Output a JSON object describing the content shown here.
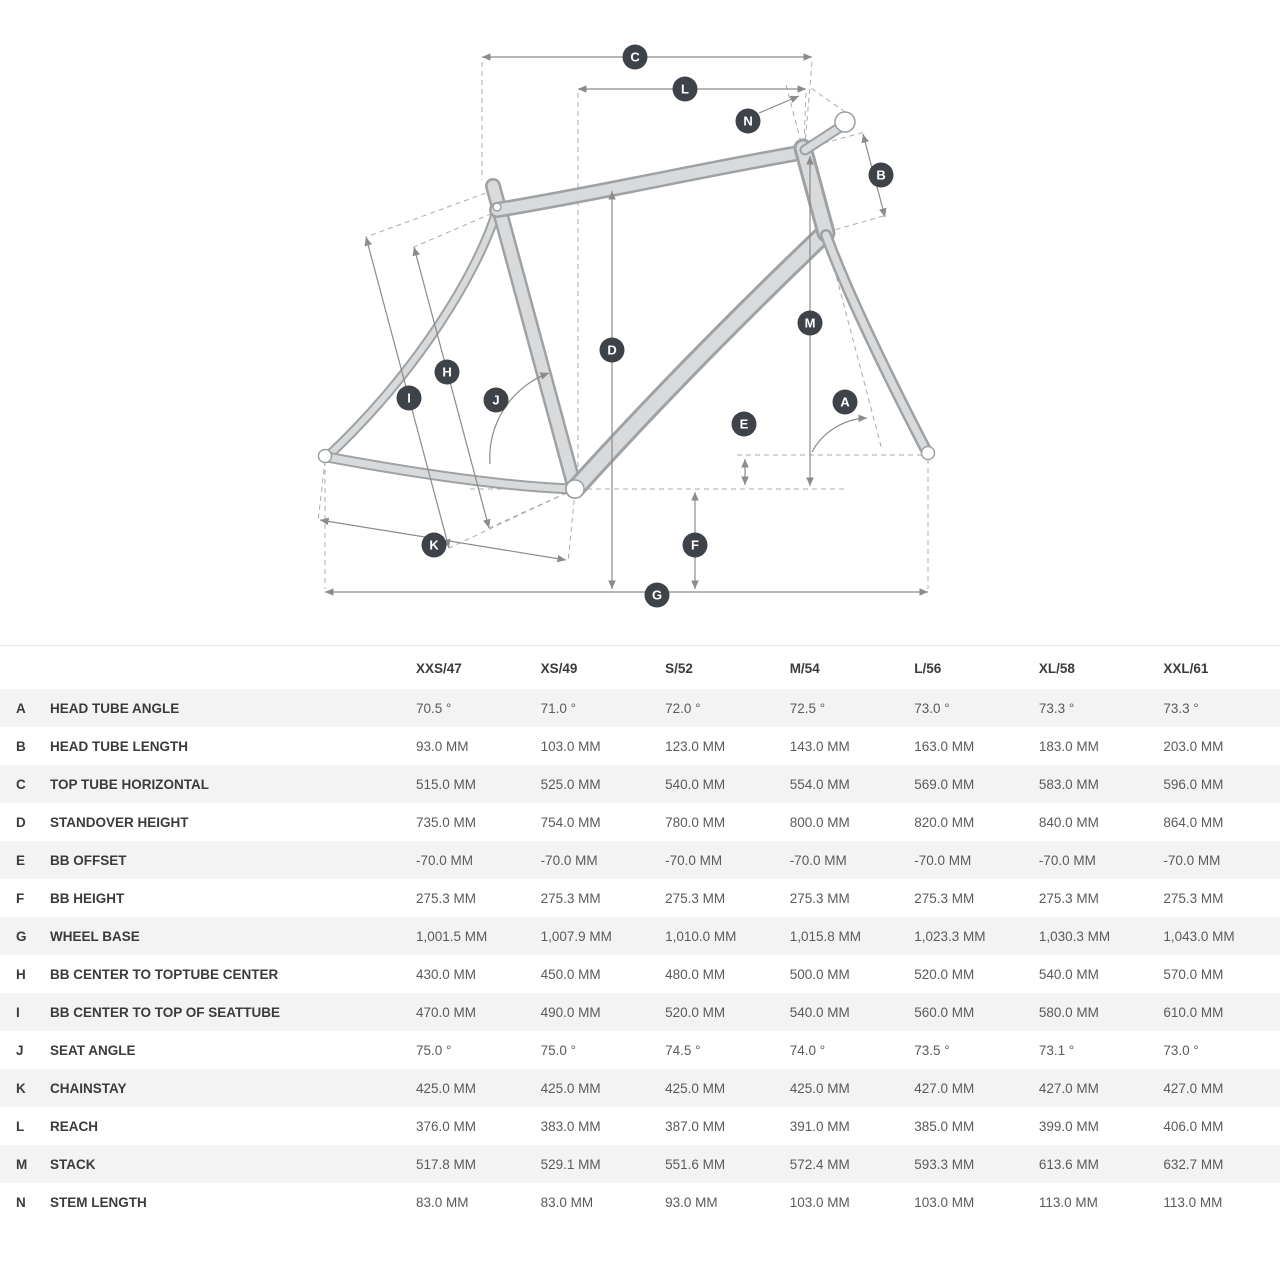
{
  "diagram": {
    "marker_color": "#3d4349",
    "markers": [
      {
        "label": "A"
      },
      {
        "label": "B"
      },
      {
        "label": "C"
      },
      {
        "label": "D"
      },
      {
        "label": "E"
      },
      {
        "label": "F"
      },
      {
        "label": "G"
      },
      {
        "label": "H"
      },
      {
        "label": "I"
      },
      {
        "label": "J"
      },
      {
        "label": "K"
      },
      {
        "label": "L"
      },
      {
        "label": "M"
      },
      {
        "label": "N"
      }
    ]
  },
  "table": {
    "columns": [
      "XXS/47",
      "XS/49",
      "S/52",
      "M/54",
      "L/56",
      "XL/58",
      "XXL/61"
    ],
    "rows": [
      {
        "key": "A",
        "label": "HEAD TUBE ANGLE",
        "values": [
          "70.5 °",
          "71.0 °",
          "72.0 °",
          "72.5 °",
          "73.0 °",
          "73.3 °",
          "73.3 °"
        ]
      },
      {
        "key": "B",
        "label": "HEAD TUBE LENGTH",
        "values": [
          "93.0 MM",
          "103.0 MM",
          "123.0 MM",
          "143.0 MM",
          "163.0 MM",
          "183.0 MM",
          "203.0 MM"
        ]
      },
      {
        "key": "C",
        "label": "TOP TUBE HORIZONTAL",
        "values": [
          "515.0 MM",
          "525.0 MM",
          "540.0 MM",
          "554.0 MM",
          "569.0 MM",
          "583.0 MM",
          "596.0 MM"
        ]
      },
      {
        "key": "D",
        "label": "STANDOVER HEIGHT",
        "values": [
          "735.0 MM",
          "754.0 MM",
          "780.0 MM",
          "800.0 MM",
          "820.0 MM",
          "840.0 MM",
          "864.0 MM"
        ]
      },
      {
        "key": "E",
        "label": "BB OFFSET",
        "values": [
          "-70.0 MM",
          "-70.0 MM",
          "-70.0 MM",
          "-70.0 MM",
          "-70.0 MM",
          "-70.0 MM",
          "-70.0 MM"
        ]
      },
      {
        "key": "F",
        "label": "BB HEIGHT",
        "values": [
          "275.3 MM",
          "275.3 MM",
          "275.3 MM",
          "275.3 MM",
          "275.3 MM",
          "275.3 MM",
          "275.3 MM"
        ]
      },
      {
        "key": "G",
        "label": "WHEEL BASE",
        "values": [
          "1,001.5 MM",
          "1,007.9 MM",
          "1,010.0 MM",
          "1,015.8 MM",
          "1,023.3 MM",
          "1,030.3 MM",
          "1,043.0 MM"
        ]
      },
      {
        "key": "H",
        "label": "BB CENTER TO TOPTUBE CENTER",
        "values": [
          "430.0 MM",
          "450.0 MM",
          "480.0 MM",
          "500.0 MM",
          "520.0 MM",
          "540.0 MM",
          "570.0 MM"
        ]
      },
      {
        "key": "I",
        "label": "BB CENTER TO TOP OF SEATTUBE",
        "values": [
          "470.0 MM",
          "490.0 MM",
          "520.0 MM",
          "540.0 MM",
          "560.0 MM",
          "580.0 MM",
          "610.0 MM"
        ]
      },
      {
        "key": "J",
        "label": "SEAT ANGLE",
        "values": [
          "75.0 °",
          "75.0 °",
          "74.5 °",
          "74.0 °",
          "73.5 °",
          "73.1 °",
          "73.0 °"
        ]
      },
      {
        "key": "K",
        "label": "CHAINSTAY",
        "values": [
          "425.0 MM",
          "425.0 MM",
          "425.0 MM",
          "425.0 MM",
          "427.0 MM",
          "427.0 MM",
          "427.0 MM"
        ]
      },
      {
        "key": "L",
        "label": "REACH",
        "values": [
          "376.0 MM",
          "383.0 MM",
          "387.0 MM",
          "391.0 MM",
          "385.0 MM",
          "399.0 MM",
          "406.0 MM"
        ]
      },
      {
        "key": "M",
        "label": "STACK",
        "values": [
          "517.8 MM",
          "529.1 MM",
          "551.6 MM",
          "572.4 MM",
          "593.3 MM",
          "613.6 MM",
          "632.7 MM"
        ]
      },
      {
        "key": "N",
        "label": "STEM LENGTH",
        "values": [
          "83.0 MM",
          "83.0 MM",
          "93.0 MM",
          "103.0 MM",
          "103.0 MM",
          "113.0 MM",
          "113.0 MM"
        ]
      }
    ]
  }
}
